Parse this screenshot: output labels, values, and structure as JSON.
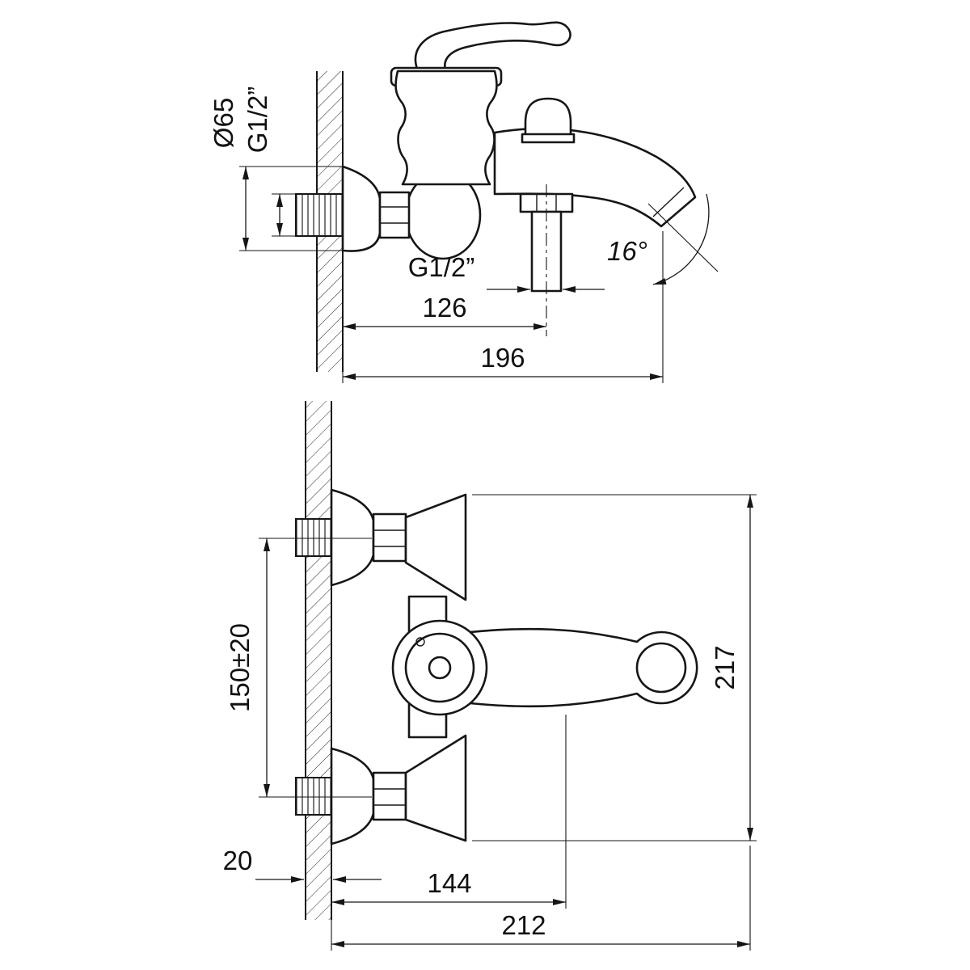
{
  "meta": {
    "background": "#ffffff",
    "line_color": "#161616",
    "drawing_type": "bath-shower mixer installation dimensions"
  },
  "views": {
    "side_view": {
      "label": "faucet-side-view",
      "dims": {
        "escutcheon_diameter": "Ø65",
        "wall_thread": "G1/2”",
        "outlet_thread": "G1/2”",
        "wall_to_outlet": "126",
        "overall_reach": "196",
        "spout_angle": "16°"
      }
    },
    "front_view": {
      "label": "faucet-front-view",
      "dims": {
        "inlet_spacing": "150±20",
        "overall_height": "217",
        "wall_thickness": "20",
        "wall_to_handle_ref": "144",
        "overall_length": "212"
      }
    }
  }
}
